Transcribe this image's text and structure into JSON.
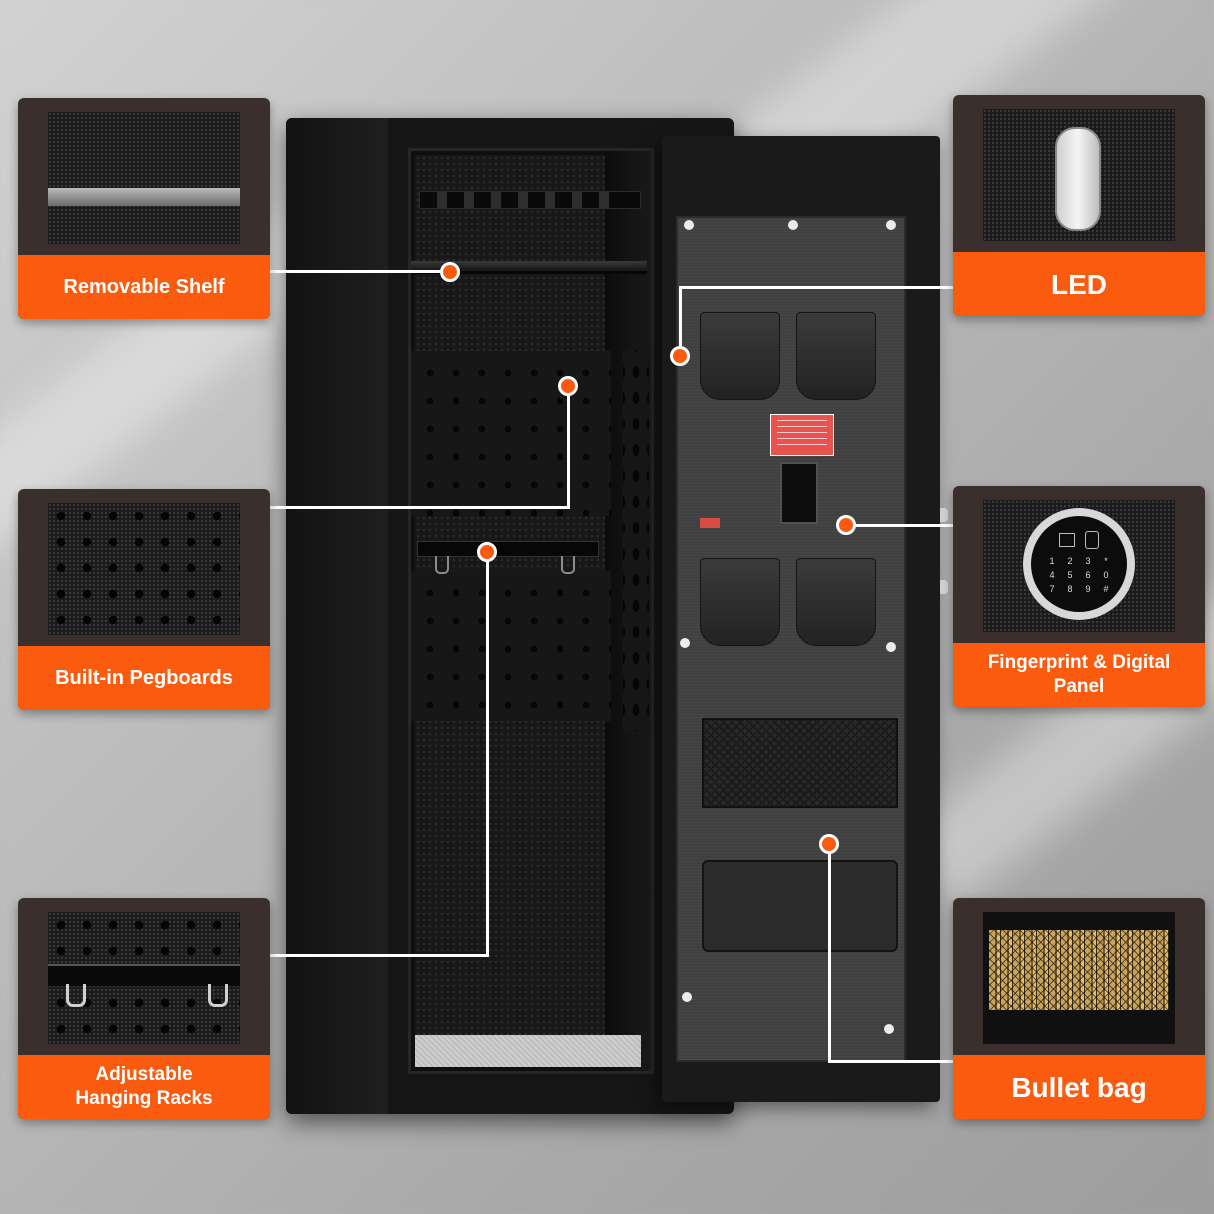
{
  "colors": {
    "accent": "#fa5b0f",
    "callout_frame": "#3a2f2d",
    "label_text": "#ffffff",
    "safe_body": "#161616"
  },
  "callouts": {
    "removable_shelf": {
      "label": "Removable Shelf",
      "icon": "shelf-closeup-icon"
    },
    "pegboards": {
      "label": "Built-in Pegboards",
      "icon": "pegboard-closeup-icon"
    },
    "hanging_racks": {
      "label": "Adjustable\nHanging Racks",
      "icon": "hanging-rack-closeup-icon"
    },
    "led": {
      "label": "LED",
      "icon": "led-light-closeup-icon"
    },
    "keypad": {
      "label": "Fingerprint & Digital\nPanel",
      "icon": "fingerprint-keypad-closeup-icon"
    },
    "bullet_bag": {
      "label": "Bullet bag",
      "icon": "bullet-bag-closeup-icon"
    }
  },
  "keypad_keys": [
    "1",
    "2",
    "3",
    "*",
    "4",
    "5",
    "6",
    "0",
    "7",
    "8",
    "9",
    "#"
  ]
}
